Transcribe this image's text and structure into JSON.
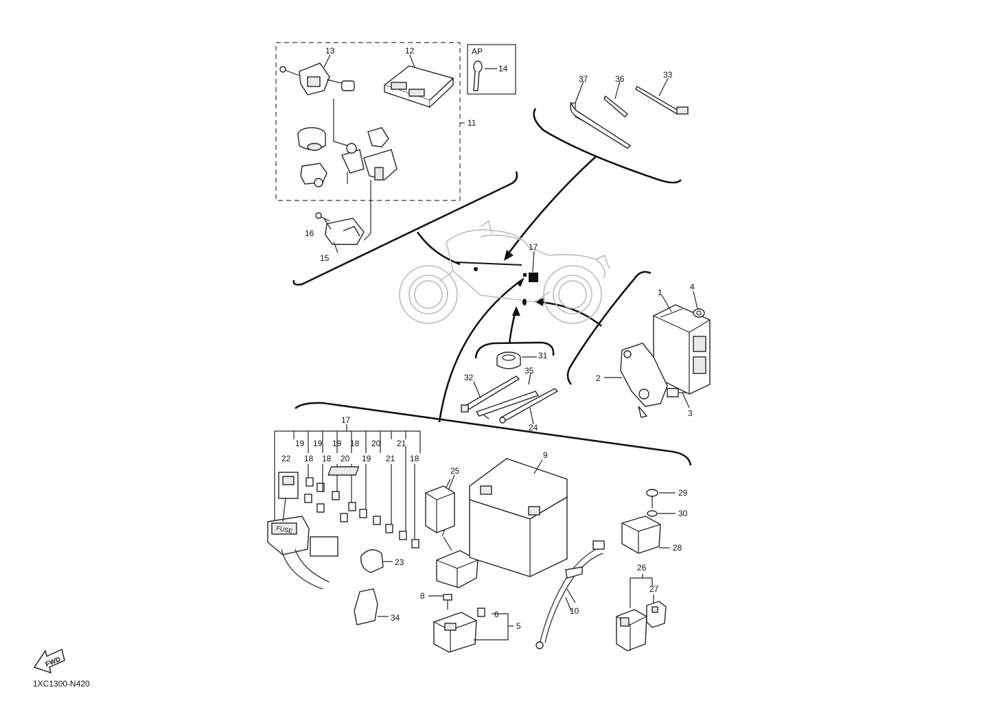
{
  "diagram": {
    "drawing_code": "1XC1300-N420",
    "fwd_label": "FWD",
    "ap_label": "AP",
    "fuse_label": "FUSE",
    "callouts": {
      "c1": "1",
      "c2": "2",
      "c3": "3",
      "c4": "4",
      "c5": "5",
      "c6": "6",
      "c7": "7",
      "c8": "8",
      "c9": "9",
      "c10": "10",
      "c11": "11",
      "c12": "12",
      "c13": "13",
      "c14": "14",
      "c15": "15",
      "c16": "16",
      "c17a": "17",
      "c17b": "17",
      "c18a": "18",
      "c18b": "18",
      "c18c": "18",
      "c18d": "18",
      "c19a": "19",
      "c19b": "19",
      "c19c": "19",
      "c19d": "19",
      "c20a": "20",
      "c20b": "20",
      "c21a": "21",
      "c21b": "21",
      "c22": "22",
      "c23": "23",
      "c24": "24",
      "c25": "25",
      "c26": "26",
      "c27": "27",
      "c28": "28",
      "c29": "29",
      "c30": "30",
      "c31": "31",
      "c32": "32",
      "c33": "33",
      "c34": "34",
      "c35": "35",
      "c36": "36",
      "c37": "37"
    }
  }
}
